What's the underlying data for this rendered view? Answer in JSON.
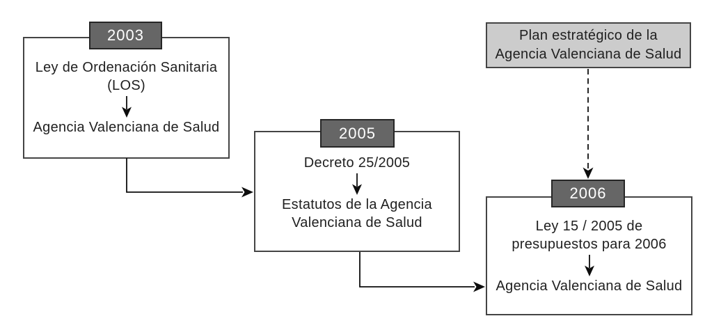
{
  "colors": {
    "tab_fill": "#666666",
    "tab_border": "#262626",
    "tab_text": "#ffffff",
    "box_fill": "#ffffff",
    "box_border": "#444444",
    "plan_fill": "#cccccc",
    "plan_border": "#444444",
    "text": "#1f1f1f",
    "arrow": "#0d0d0d"
  },
  "nodes": {
    "n2003": {
      "year": "2003",
      "cause_line1": "Ley de Ordenación Sanitaria",
      "cause_line2": "(LOS)",
      "effect_line1": "Agencia Valenciana de Salud"
    },
    "n2005": {
      "year": "2005",
      "cause_line1": "Decreto 25/2005",
      "effect_line1": "Estatutos de la Agencia",
      "effect_line2": "Valenciana de Salud"
    },
    "n2006": {
      "year": "2006",
      "cause_line1": "Ley 15 / 2005 de",
      "cause_line2": "presupuestos para 2006",
      "effect_line1": "Agencia Valenciana de Salud"
    },
    "plan": {
      "line1": "Plan estratégico de la",
      "line2": "Agencia Valenciana de Salud"
    }
  }
}
